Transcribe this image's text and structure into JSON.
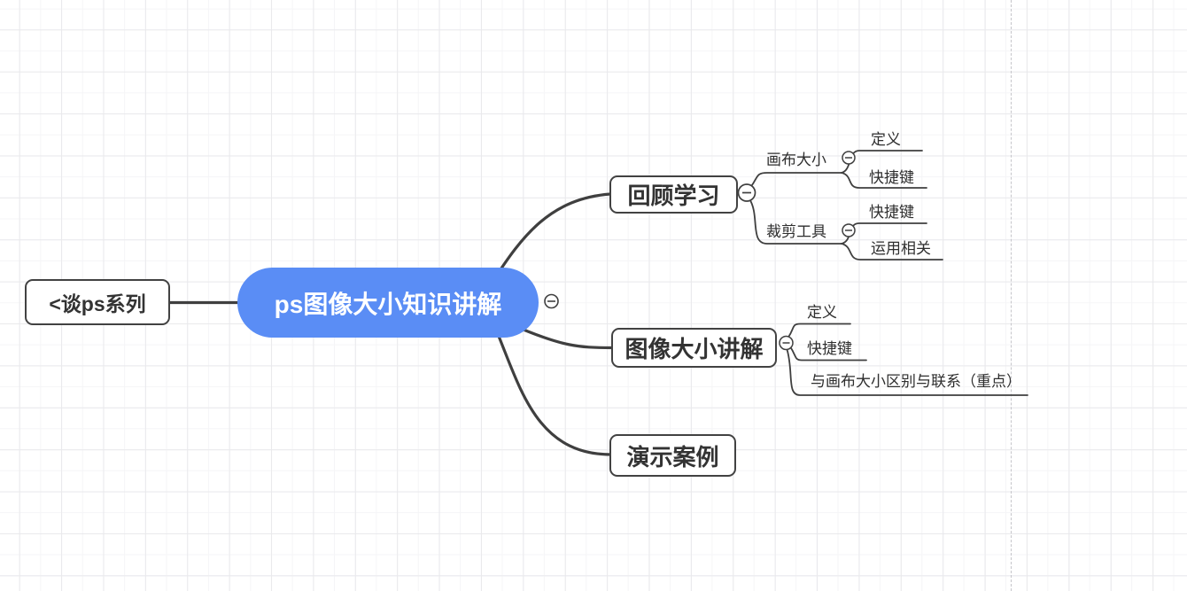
{
  "app": {
    "view": "mindmap-canvas",
    "grid": "on",
    "page_boundary": "vertical-dashed"
  },
  "colors": {
    "root_fill": "#5a8df5",
    "root_text": "#ffffff",
    "node_border": "#424242",
    "node_text": "#333333",
    "branch_line": "#3f3f3f",
    "grid_major": "#e9e9ec",
    "grid_minor": "#f5f5f7"
  },
  "icons": {
    "collapse": "minus-circle"
  },
  "map": {
    "left_node": {
      "label": "<谈ps系列"
    },
    "root": {
      "label": "ps图像大小知识讲解"
    },
    "branches": [
      {
        "label": "回顾学习",
        "children": [
          {
            "label": "画布大小",
            "children": [
              {
                "label": "定义"
              },
              {
                "label": "快捷键"
              }
            ]
          },
          {
            "label": "裁剪工具",
            "children": [
              {
                "label": "快捷键"
              },
              {
                "label": "运用相关"
              }
            ]
          }
        ]
      },
      {
        "label": "图像大小讲解",
        "children": [
          {
            "label": "定义"
          },
          {
            "label": "快捷键"
          },
          {
            "label": "与画布大小区别与联系（重点）"
          }
        ]
      },
      {
        "label": "演示案例",
        "children": []
      }
    ]
  }
}
